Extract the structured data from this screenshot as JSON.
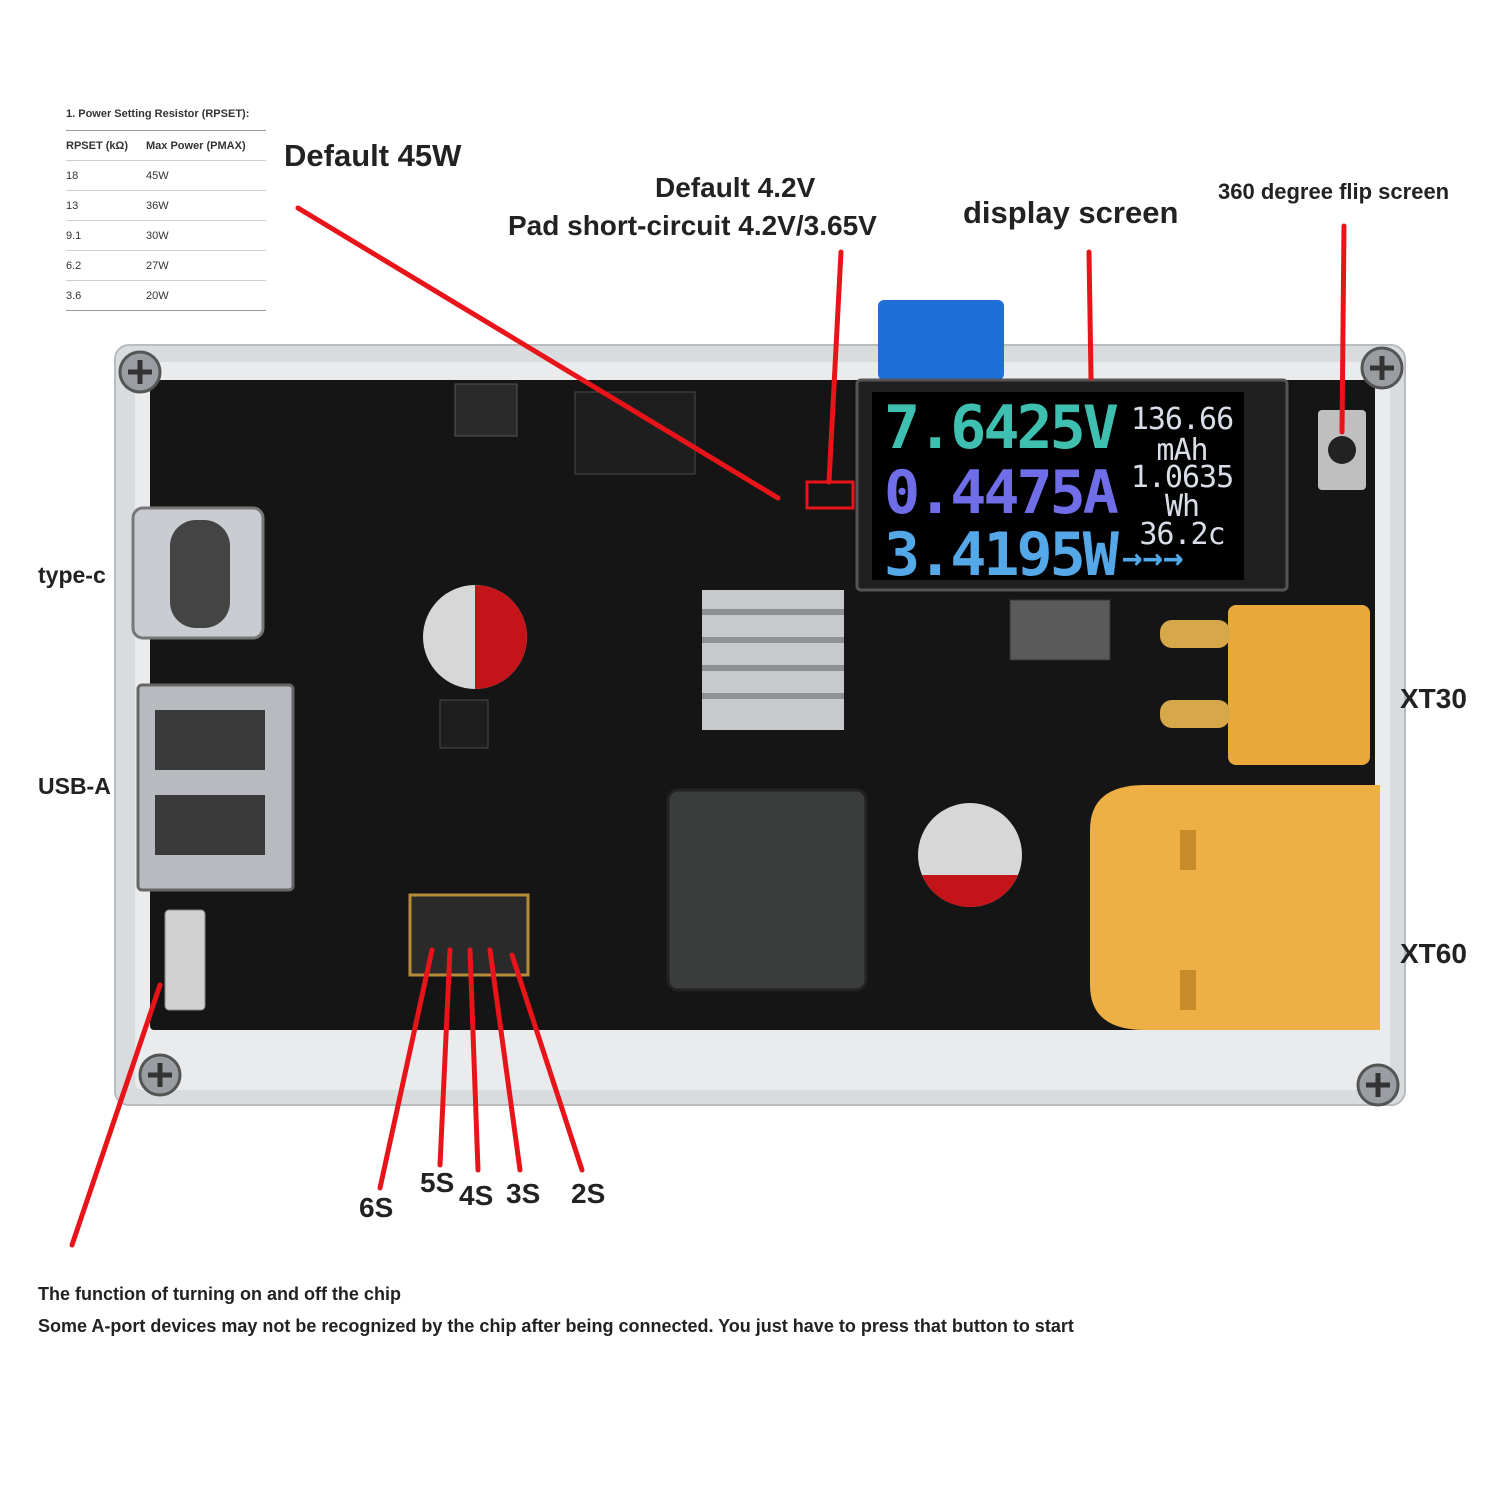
{
  "table": {
    "title": "1. Power Setting Resistor (RPSET):",
    "headers": [
      "RPSET (kΩ)",
      "Max Power (PMAX)"
    ],
    "rows": [
      [
        "18",
        "45W"
      ],
      [
        "13",
        "36W"
      ],
      [
        "9.1",
        "30W"
      ],
      [
        "6.2",
        "27W"
      ],
      [
        "3.6",
        "20W"
      ]
    ]
  },
  "callouts": {
    "default_power": "Default 45W",
    "default_voltage": "Default 4.2V",
    "pad_short": "Pad short-circuit 4.2V/3.65V",
    "display_screen": "display screen",
    "flip_screen": "360 degree flip screen",
    "type_c": "type-c",
    "usb_a": "USB-A",
    "xt30": "XT30",
    "xt60": "XT60",
    "s6": "6S",
    "s5": "5S",
    "s4": "4S",
    "s3": "3S",
    "s2": "2S"
  },
  "display": {
    "voltage": "7.6425V",
    "current": "0.4475A",
    "power": "3.4195W",
    "arrows": "→→→",
    "capacity_value": "136.66",
    "capacity_unit": "mAh",
    "energy_value": "1.0635",
    "energy_unit": "Wh",
    "temperature": "36.2c"
  },
  "footer": {
    "line1": "The function of turning on and off the chip",
    "line2": "Some A-port devices may not be recognized by the chip after being connected. You just have to press that button to start"
  },
  "colors": {
    "pointer": "#e8141a",
    "voltage_text": "#3fbfb0",
    "current_text": "#6f6ee8",
    "power_text": "#55a8e8",
    "board": "#141414",
    "xt_connector": "#e8a93a"
  }
}
